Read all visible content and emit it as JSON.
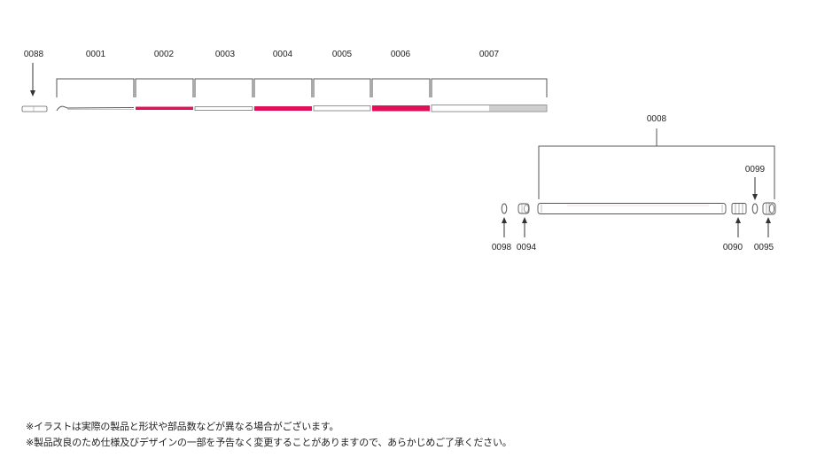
{
  "parts": {
    "p0088": "0088",
    "p0001": "0001",
    "p0002": "0002",
    "p0003": "0003",
    "p0004": "0004",
    "p0005": "0005",
    "p0006": "0006",
    "p0007": "0007",
    "p0008": "0008",
    "p0099": "0099",
    "p0098": "0098",
    "p0094": "0094",
    "p0090": "0090",
    "p0095": "0095"
  },
  "notes": {
    "line1": "※イラストは実際の製品と形状や部品数などが異なる場合がございます。",
    "line2": "※製品改良のため仕様及びデザインの一部を予告なく変更することがありますので、あらかじめご了承ください。"
  },
  "colors": {
    "accent": "#e0105a",
    "line": "#555555",
    "grey_segment": "#cfcfcf"
  }
}
